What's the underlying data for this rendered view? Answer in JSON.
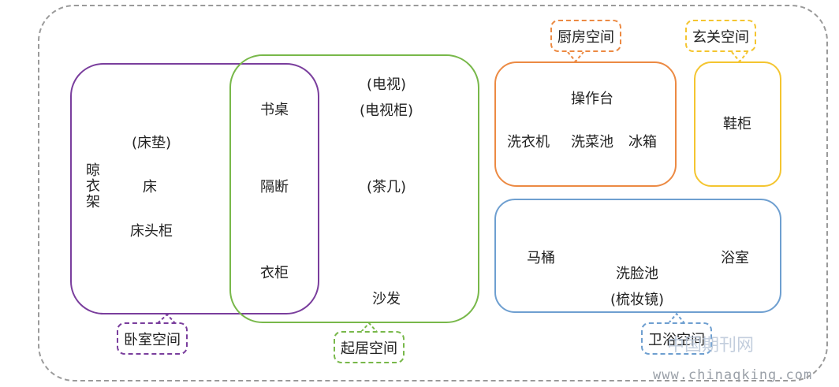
{
  "colors": {
    "outer": "#9a9a9a",
    "bedroom": "#7a3e9d",
    "living": "#78b84a",
    "kitchen": "#ec8a43",
    "entrance": "#f4c530",
    "bathroom": "#6e9fd0"
  },
  "bedroom": {
    "tag": "卧室空间",
    "items": [
      "(床垫)",
      "床",
      "床头柜"
    ],
    "drying_rack": "晾衣架"
  },
  "shared": {
    "items": [
      "书桌",
      "隔断",
      "衣柜"
    ]
  },
  "living": {
    "tag": "起居空间",
    "items": [
      "(电视)",
      "(电视柜)",
      "(茶几)",
      "沙发"
    ]
  },
  "kitchen": {
    "tag": "厨房空间",
    "items": [
      "操作台",
      "洗衣机",
      "洗菜池",
      "冰箱"
    ]
  },
  "entrance": {
    "tag": "玄关空间",
    "items": [
      "鞋柜"
    ]
  },
  "bathroom": {
    "tag": "卫浴空间",
    "items": [
      "马桶",
      "浴室",
      "洗脸池",
      "(梳妆镜)"
    ]
  },
  "watermark": {
    "name": "中国期刊网",
    "url": "www.chinaqking.com"
  }
}
